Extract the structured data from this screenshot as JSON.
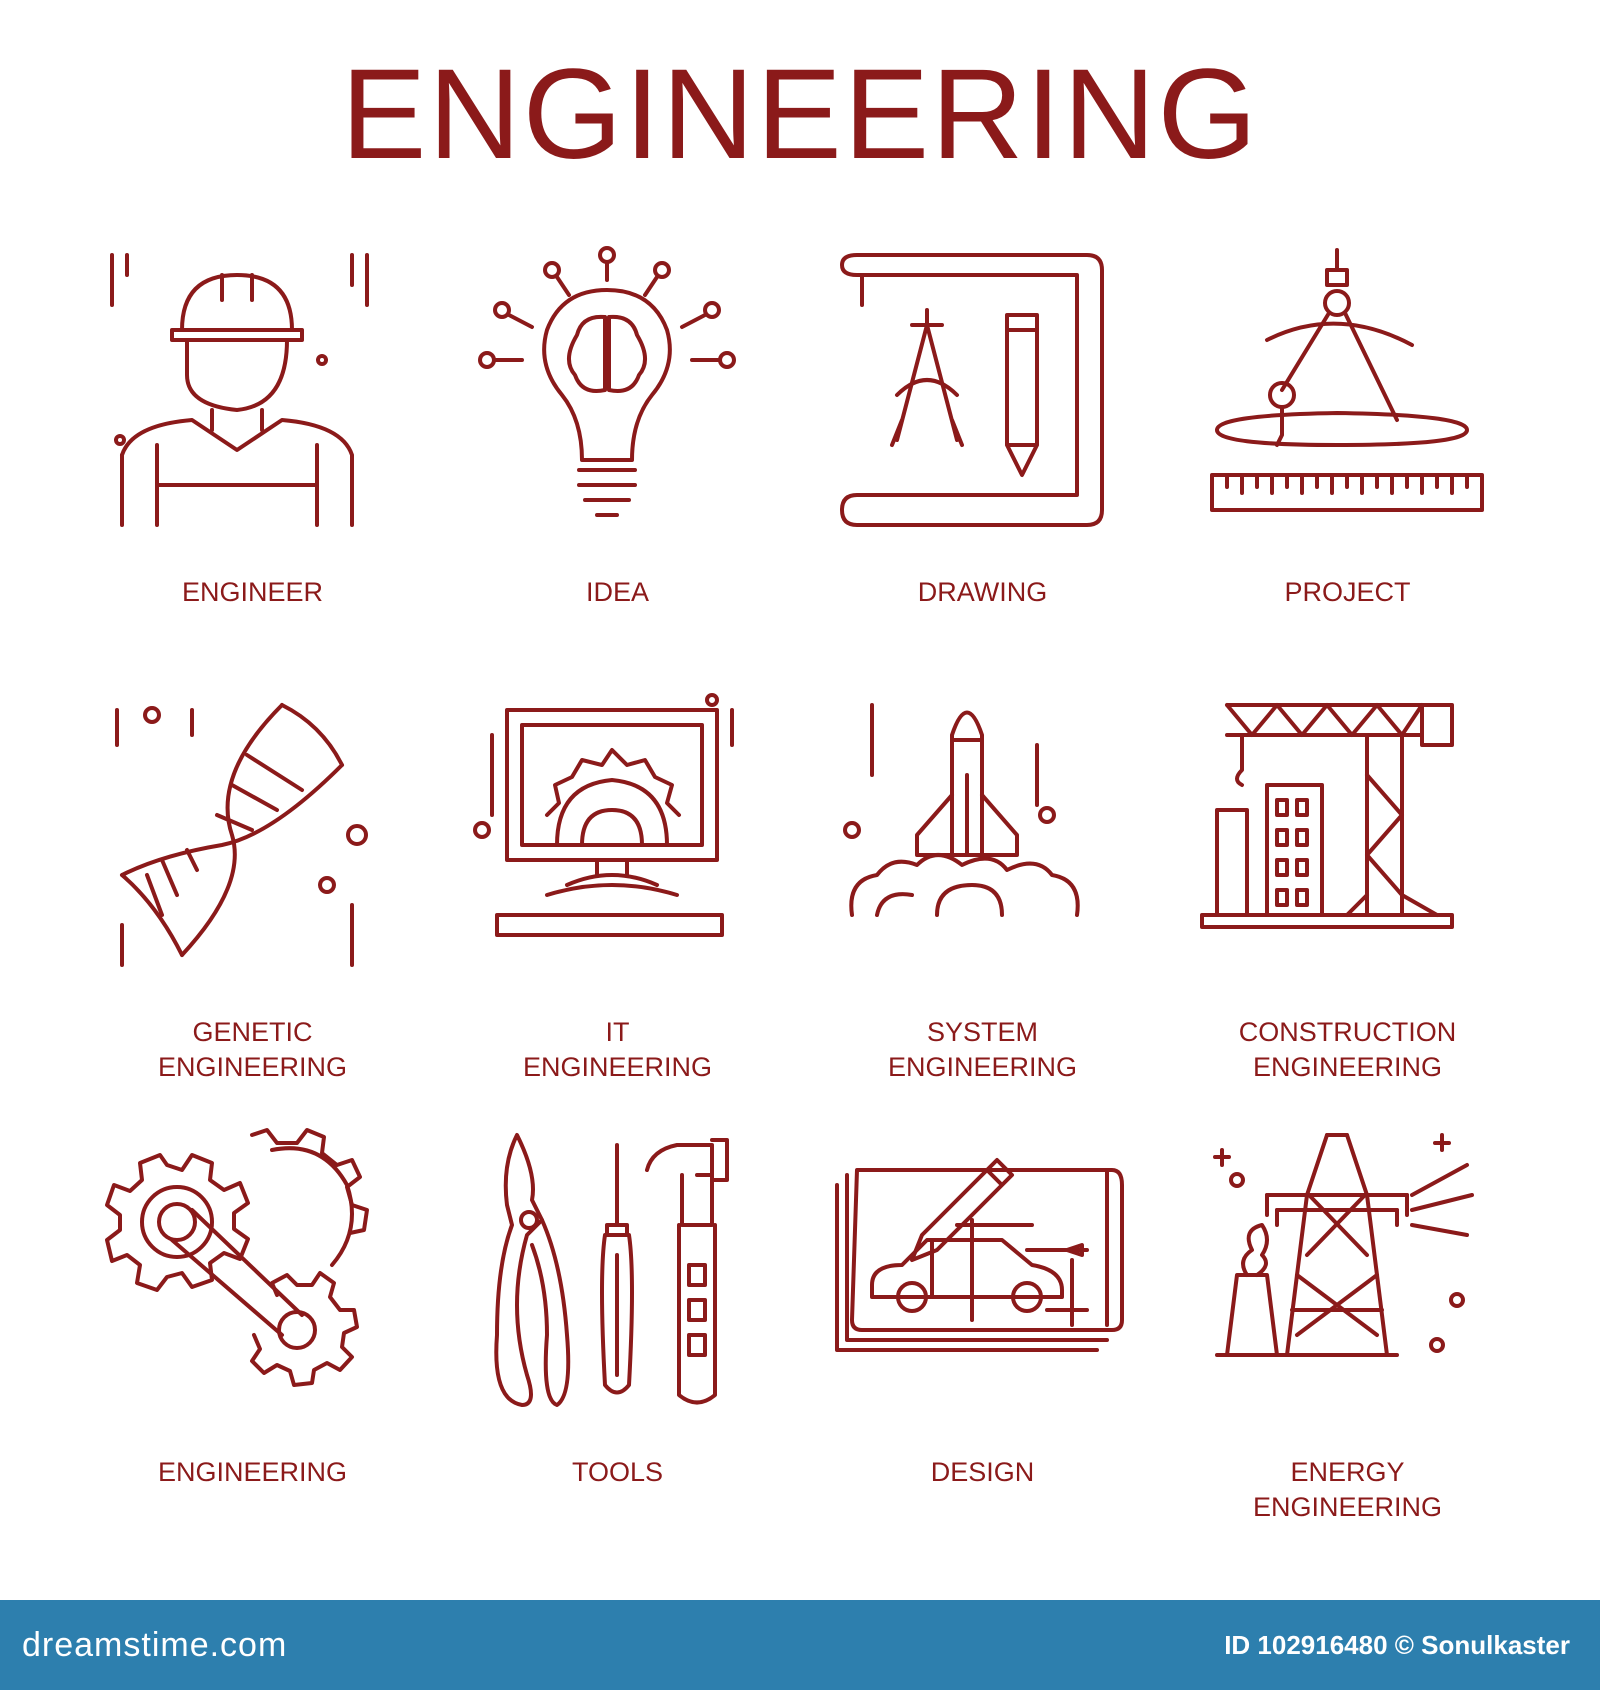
{
  "title": "ENGINEERING",
  "accent_color": "#8b1a1a",
  "footer_color": "#2d7fae",
  "icons": [
    {
      "label": "ENGINEER",
      "icon": "engineer-icon"
    },
    {
      "label": "IDEA",
      "icon": "lightbulb-brain-icon"
    },
    {
      "label": "DRAWING",
      "icon": "blueprint-compass-pencil-icon"
    },
    {
      "label": "PROJECT",
      "icon": "compass-ruler-icon"
    },
    {
      "label": "GENETIC\nENGINEERING",
      "icon": "dna-icon"
    },
    {
      "label": "IT\nENGINEERING",
      "icon": "computer-gear-icon"
    },
    {
      "label": "SYSTEM\nENGINEERING",
      "icon": "rocket-launch-icon"
    },
    {
      "label": "CONSTRUCTION\nENGINEERING",
      "icon": "crane-building-icon"
    },
    {
      "label": "ENGINEERING",
      "icon": "gears-icon"
    },
    {
      "label": "TOOLS",
      "icon": "pliers-screwdriver-hammer-icon"
    },
    {
      "label": "DESIGN",
      "icon": "car-blueprint-icon"
    },
    {
      "label": "ENERGY\nENGINEERING",
      "icon": "power-tower-icon"
    }
  ],
  "footer": {
    "site": "dreamstime.com",
    "credit": "ID 102916480 © Sonulkaster"
  }
}
